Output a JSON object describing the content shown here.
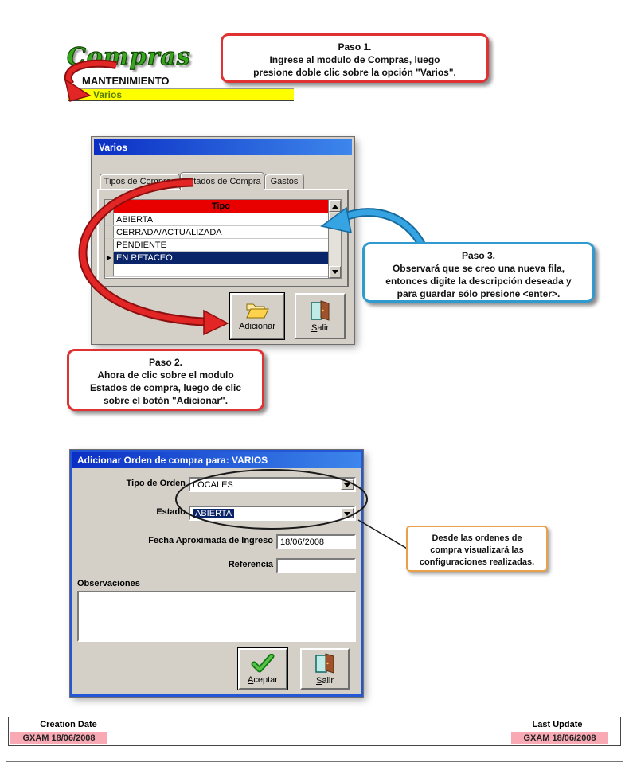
{
  "header": {
    "logo": "Compras",
    "menu_group": "MANTENIMIENTO",
    "menu_item": "Varios"
  },
  "callouts": {
    "paso1": {
      "lines": [
        "Paso 1.",
        "Ingrese al modulo de Compras, luego",
        "presione doble clic sobre la opción \"Varios\"."
      ]
    },
    "paso2": {
      "lines": [
        "Paso 2.",
        "Ahora de clic sobre el modulo",
        "Estados de compra, luego de clic",
        "sobre el botón \"Adicionar\"."
      ]
    },
    "paso3": {
      "lines": [
        "Paso 3.",
        "Observará que se creo una nueva fila,",
        "entonces digite la descripción deseada y",
        "para guardar sólo presione <enter>."
      ]
    },
    "nota": {
      "lines": [
        "Desde las ordenes de",
        "compra visualizará las",
        "configuraciones realizadas."
      ]
    }
  },
  "dialog_varios": {
    "title": "Varios",
    "tabs": [
      {
        "label": "Tipos de Compras"
      },
      {
        "label": "Estados de Compra"
      },
      {
        "label": "Gastos"
      }
    ],
    "grid": {
      "header": "Tipo",
      "rows": [
        "ABIERTA",
        "CERRADA/ACTUALIZADA",
        "PENDIENTE",
        "EN RETACEO"
      ],
      "selected": "EN RETACEO"
    },
    "buttons": {
      "adicionar": "Adicionar",
      "salir": "Salir"
    }
  },
  "dialog_orden": {
    "title": "Adicionar Orden de compra para: VARIOS",
    "labels": {
      "tipo": "Tipo de Orden",
      "estado": "Estado",
      "fecha": "Fecha Aproximada de Ingreso",
      "referencia": "Referencia",
      "observaciones": "Observaciones"
    },
    "values": {
      "tipo": "LOCALES",
      "estado": "ABIERTA",
      "fecha": "18/06/2008",
      "referencia": ""
    },
    "buttons": {
      "aceptar": "Aceptar",
      "salir": "Salir"
    }
  },
  "footer": {
    "creation_label": "Creation Date",
    "creation_value": "GXAM 18/06/2008",
    "update_label": "Last Update",
    "update_value": "GXAM 18/06/2008"
  },
  "icons": {
    "row_marker": "▶"
  },
  "colors": {
    "titlebar_start": "#0b2fc4",
    "titlebar_end": "#3d86ec",
    "grid_header": "#e80000",
    "selection": "#0a246a",
    "highlight_yellow": "#ffff00",
    "callout_red": "#e03232",
    "callout_blue": "#2f9ad0",
    "callout_orange": "#e8a04a",
    "footer_pink": "#f8a9b4"
  }
}
